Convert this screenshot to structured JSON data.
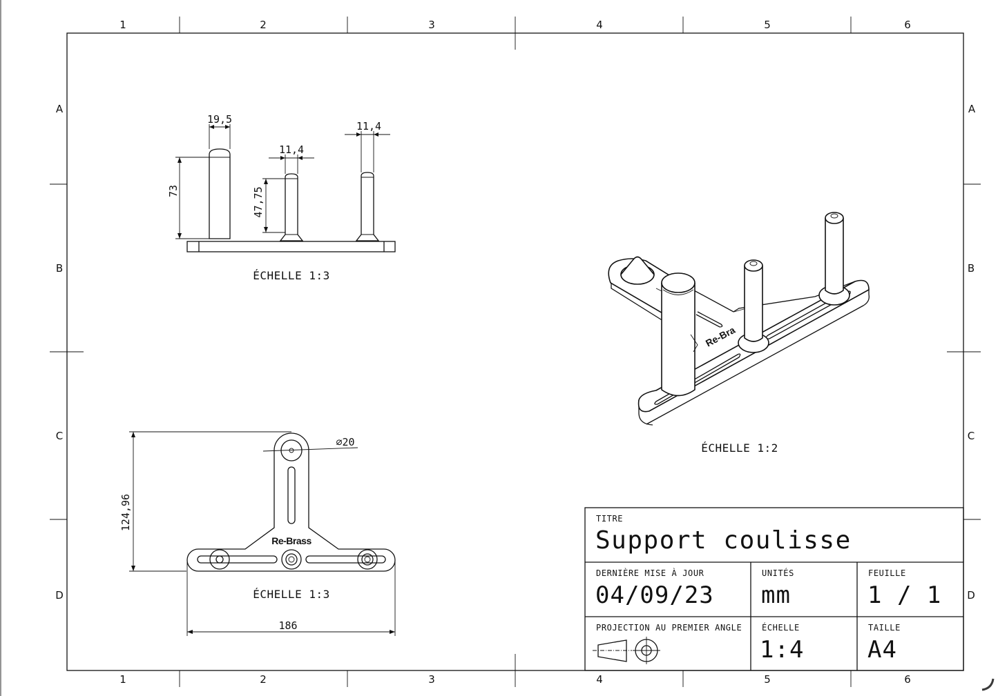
{
  "zones": {
    "columns": [
      "1",
      "2",
      "3",
      "4",
      "5",
      "6"
    ],
    "rows": [
      "A",
      "B",
      "C",
      "D"
    ]
  },
  "views": {
    "front": {
      "scale_label": "ÉCHELLE 1:3",
      "dims": {
        "post_width": "19,5",
        "pin_width_1": "11,4",
        "pin_width_2": "11,4",
        "post_height": "73",
        "pin_height": "47,75"
      }
    },
    "top": {
      "scale_label": "ÉCHELLE 1:3",
      "dims": {
        "diameter": "⌀20",
        "height": "124,96",
        "width": "186"
      },
      "engraving": "Re-Brass"
    },
    "iso": {
      "scale_label": "ÉCHELLE 1:2",
      "engraving": "Re-Bra"
    }
  },
  "title_block": {
    "title_label": "TITRE",
    "title": "Support coulisse",
    "last_update_label": "DERNIÈRE MISE À JOUR",
    "last_update": "04/09/23",
    "units_label": "UNITÉS",
    "units": "mm",
    "sheet_label": "FEUILLE",
    "sheet": "1 / 1",
    "projection_label": "PROJECTION AU PREMIER ANGLE",
    "scale_label": "ÉCHELLE",
    "scale": "1:4",
    "size_label": "TAILLE",
    "size": "A4"
  }
}
